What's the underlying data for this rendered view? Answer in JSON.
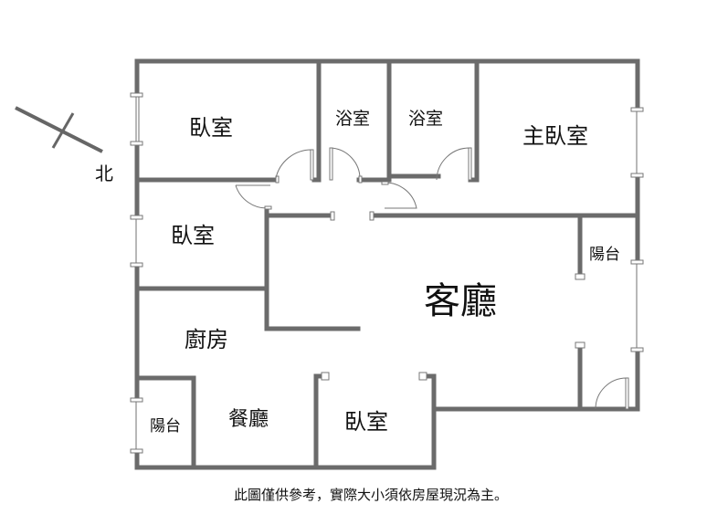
{
  "compass": {
    "north_label": "北"
  },
  "rooms": {
    "bedroom_nw": "臥室",
    "bath_1": "浴室",
    "bath_2": "浴室",
    "master_bedroom": "主臥室",
    "bedroom_w": "臥室",
    "living_room": "客廳",
    "balcony_e": "陽台",
    "kitchen": "廚房",
    "balcony_sw": "陽台",
    "dining_room": "餐廳",
    "bedroom_s": "臥室"
  },
  "disclaimer": "此圖僅供參考，實際大小須依房屋現況為主。",
  "colors": {
    "wall": "#6b6b6b"
  }
}
